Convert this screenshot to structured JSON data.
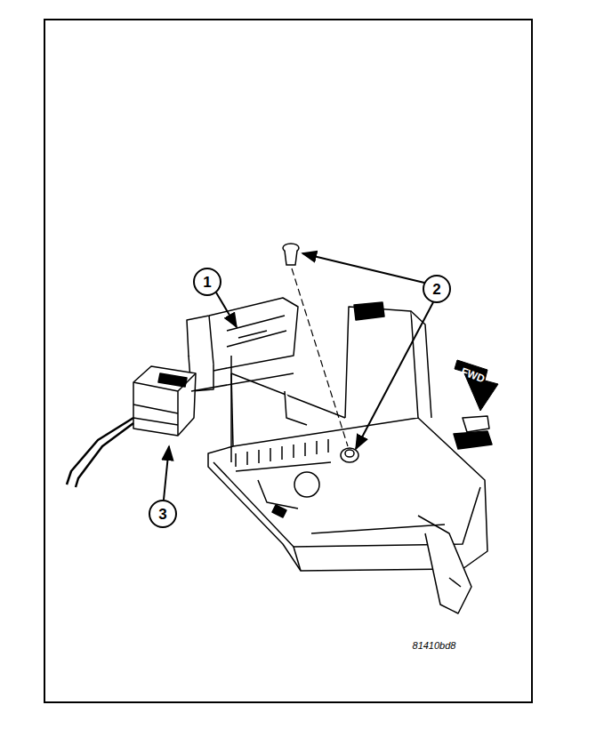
{
  "diagram": {
    "labels": [
      "1",
      "2",
      "3",
      "FWD",
      "81410bd8"
    ]
  }
}
